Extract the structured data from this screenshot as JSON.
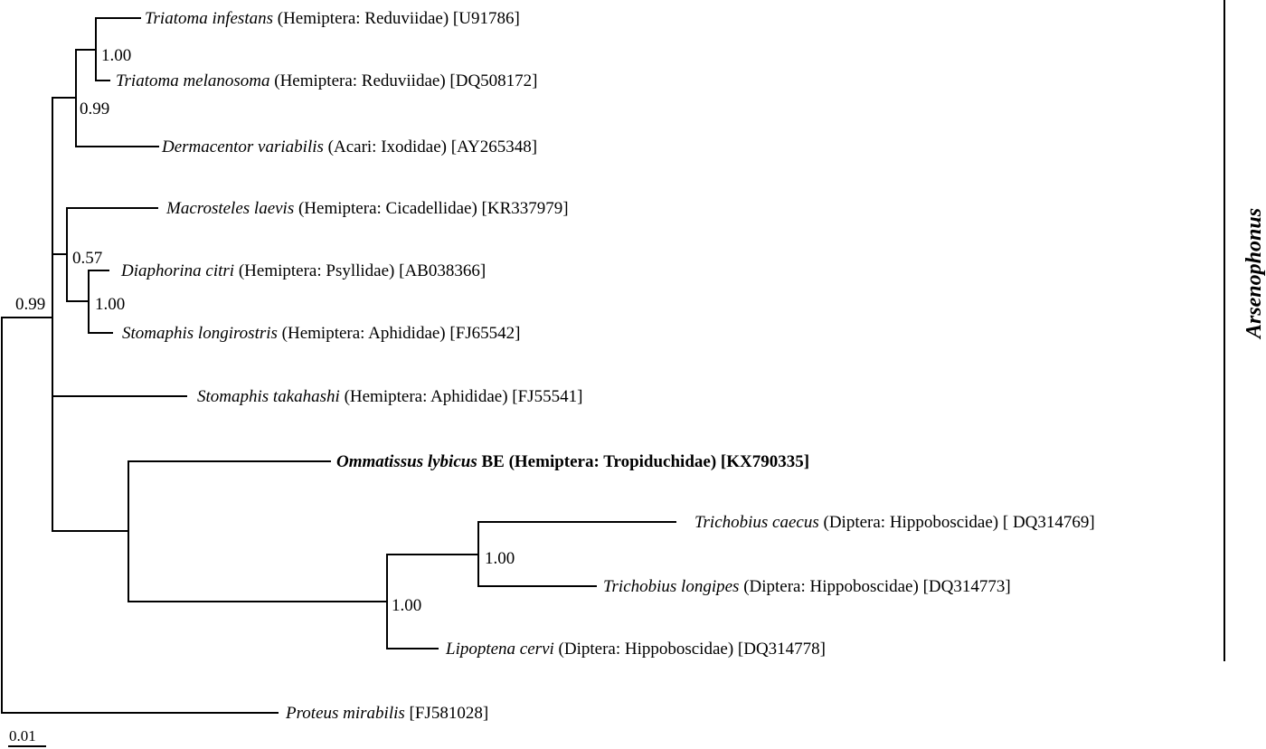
{
  "tree": {
    "taxa": [
      {
        "id": "t_infestans",
        "name": "Triatoma infestans",
        "info": "(Hemiptera: Reduviidae) [U91786]"
      },
      {
        "id": "t_melanosoma",
        "name": "Triatoma melanosoma",
        "info": "(Hemiptera: Reduviidae) [DQ508172]"
      },
      {
        "id": "d_variabilis",
        "name": "Dermacentor variabilis",
        "info": "(Acari: Ixodidae) [AY265348]"
      },
      {
        "id": "m_laevis",
        "name": "Macrosteles laevis",
        "info": "(Hemiptera: Cicadellidae) [KR337979]"
      },
      {
        "id": "d_citri",
        "name": "Diaphorina citri",
        "info": "(Hemiptera: Psyllidae) [AB038366]"
      },
      {
        "id": "s_longirostris",
        "name": "Stomaphis longirostris",
        "info": "(Hemiptera: Aphididae) [FJ65542]"
      },
      {
        "id": "s_takahashi",
        "name": "Stomaphis takahashi",
        "info": "(Hemiptera: Aphididae) [FJ55541]"
      },
      {
        "id": "o_lybicus",
        "name": "Ommatissus lybicus",
        "info": "BE (Hemiptera: Tropiduchidae) [KX790335]",
        "bold": true
      },
      {
        "id": "t_caecus",
        "name": "Trichobius caecus",
        "info": "(Diptera: Hippoboscidae) [ DQ314769]"
      },
      {
        "id": "t_longipes",
        "name": "Trichobius longipes",
        "info": "(Diptera: Hippoboscidae) [DQ314773]"
      },
      {
        "id": "l_cervi",
        "name": "Lipoptena cervi",
        "info": "(Diptera: Hippoboscidae) [DQ314778]"
      },
      {
        "id": "p_mirabilis",
        "name": "Proteus mirabilis",
        "info": "[FJ581028]"
      }
    ],
    "support_values": [
      "1.00",
      "0.99",
      "0.57",
      "1.00",
      "0.99",
      "1.00",
      "1.00"
    ],
    "clade_label": "Arsenophonus",
    "scale_bar_label": "0.01"
  }
}
